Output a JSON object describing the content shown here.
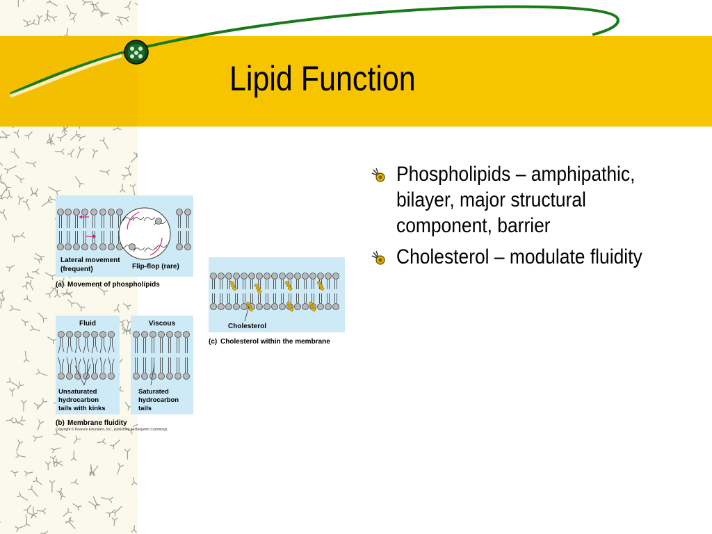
{
  "slide": {
    "title": "Lipid Function",
    "bullets": [
      {
        "text": "Phospholipids – amphipathic, bilayer, major structural component, barrier",
        "icon": "bee-bullet-icon"
      },
      {
        "text": "Cholesterol – modulate fluidity",
        "icon": "bee-bullet-icon"
      }
    ]
  },
  "figure": {
    "panel_a": {
      "lateral_label_1": "Lateral movement",
      "lateral_label_2": "(frequent)",
      "flipflop_label": "Flip-flop (rare)",
      "caption_letter": "(a)",
      "caption": "Movement of phospholipids"
    },
    "panel_b": {
      "fluid_label": "Fluid",
      "viscous_label": "Viscous",
      "unsat_1": "Unsaturated",
      "unsat_2": "hydrocarbon",
      "unsat_3": "tails with kinks",
      "sat_1": "Saturated",
      "sat_2": "hydrocarbon",
      "sat_3": "tails",
      "caption_letter": "(b)",
      "caption": "Membrane fluidity"
    },
    "panel_c": {
      "cholesterol_label": "Cholesterol",
      "caption_letter": "(c)",
      "caption": "Cholesterol within the membrane"
    },
    "copyright": "Copyright © Pearson Education, Inc., publishing as Benjamin Cummings."
  },
  "colors": {
    "title_band": "#f7c400",
    "panel_bg": "#cfeaf7",
    "swoosh": "#1a7a1a",
    "arrow": "#d0207a",
    "cholesterol": "#e8b400"
  }
}
